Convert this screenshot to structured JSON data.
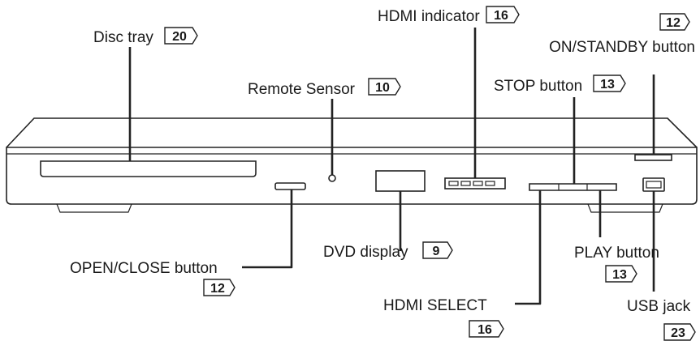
{
  "labels": {
    "disc_tray": {
      "text": "Disc tray",
      "page": "20"
    },
    "hdmi_indicator": {
      "text": "HDMI indicator",
      "page": "16"
    },
    "on_standby": {
      "text": "ON/STANDBY button",
      "page": "12"
    },
    "remote_sensor": {
      "text": "Remote Sensor",
      "page": "10"
    },
    "stop_button": {
      "text": "STOP button",
      "page": "13"
    },
    "dvd_display": {
      "text": "DVD display",
      "page": "9"
    },
    "open_close": {
      "text": "OPEN/CLOSE button",
      "page": "12"
    },
    "play_button": {
      "text": "PLAY button",
      "page": "13"
    },
    "hdmi_select": {
      "text": "HDMI SELECT",
      "page": "16"
    },
    "usb_jack": {
      "text": "USB jack",
      "page": "23"
    }
  }
}
